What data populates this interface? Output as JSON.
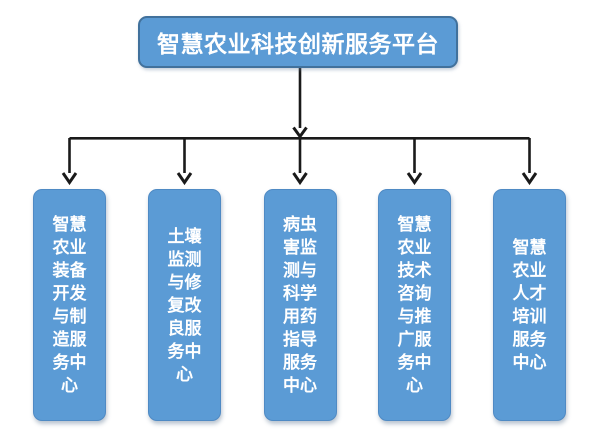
{
  "diagram": {
    "type": "org-chart",
    "root": {
      "label": "智慧农业科技创新服务平台"
    },
    "children": [
      {
        "name": "智慧农业装备开发与制造服务中心",
        "label": "智慧\n农业\n装备\n开发\n与制\n造服\n务中\n心"
      },
      {
        "name": "土壤监测与修复改良服务中心",
        "label": "土壤\n监测\n与修\n复改\n良服\n务中\n心"
      },
      {
        "name": "病虫害监测与科学用药指导服务中心",
        "label": "病虫\n害监\n测与\n科学\n用药\n指导\n服务\n中心"
      },
      {
        "name": "智慧农业技术咨询与推广服务中心",
        "label": "智慧\n农业\n技术\n咨询\n与推\n广服\n务中\n心"
      },
      {
        "name": "智慧农业人才培训服务中心",
        "label": "智慧\n农业\n人才\n培训\n服务\n中心"
      }
    ],
    "colors": {
      "node_fill": "#5B9BD5",
      "node_border": "#41719C",
      "node_text": "#FFFFFF",
      "connector": "#1A1A1A"
    }
  }
}
